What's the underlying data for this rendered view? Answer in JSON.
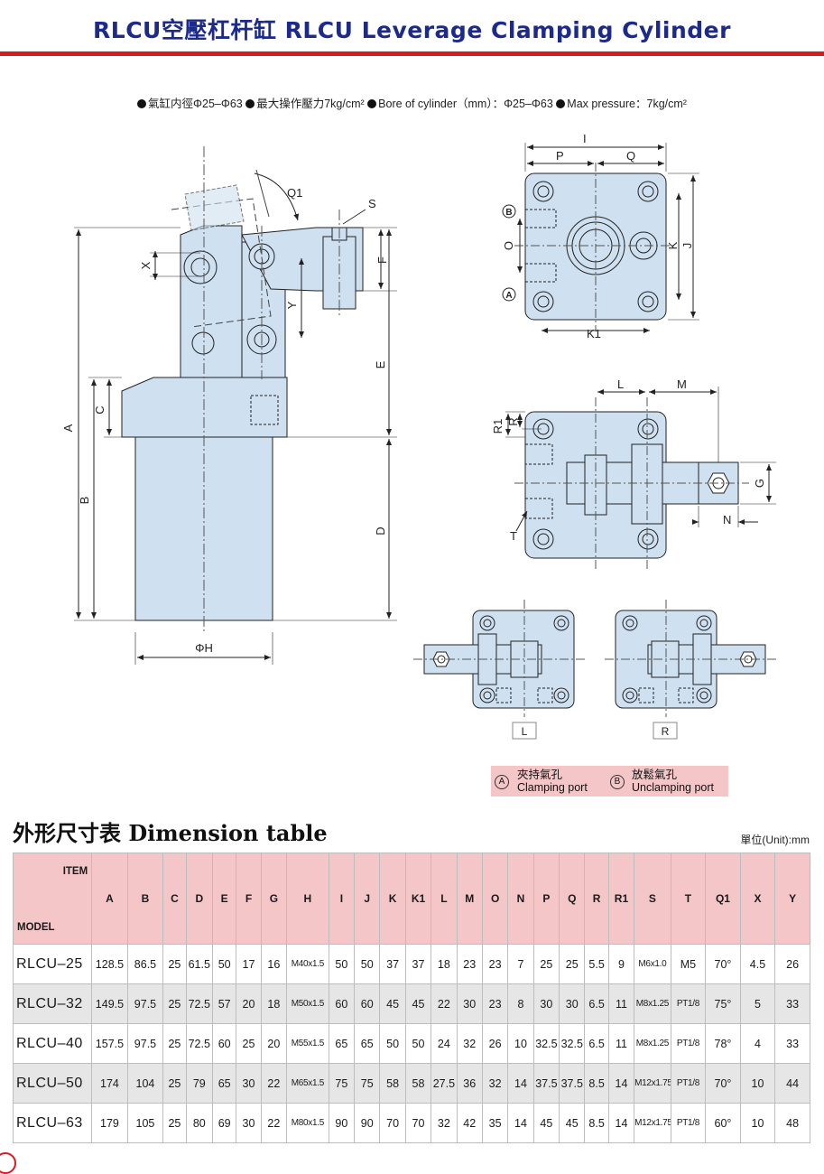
{
  "header": {
    "title": "RLCU空壓杠杆缸 RLCU Leverage Clamping Cylinder",
    "spec_items": [
      "氣缸内徑Φ25–Φ63",
      "最大操作壓力7kg/cm²",
      "Bore of cylinder（mm）：Φ25–Φ63",
      "Max pressure：7kg/cm²"
    ]
  },
  "drawing": {
    "side_labels": {
      "A": "A",
      "B": "B",
      "C": "C",
      "D": "D",
      "E": "E",
      "F": "F",
      "X": "X",
      "Y": "Y",
      "S": "S",
      "Q1": "Q1",
      "H": "ΦH"
    },
    "top_labels": {
      "I": "I",
      "P": "P",
      "Q": "Q",
      "K": "K",
      "J": "J",
      "K1": "K1",
      "O": "O",
      "port_b": "B",
      "port_a": "A"
    },
    "mid_labels": {
      "L": "L",
      "M": "M",
      "R": "R",
      "R1": "R1",
      "G": "G",
      "N": "N",
      "T": "T"
    },
    "orientation_labels": [
      "L",
      "R"
    ]
  },
  "legend": {
    "a_symbol": "A",
    "a_zh": "夾持氣孔",
    "a_en": "Clamping port",
    "b_symbol": "B",
    "b_zh": "放鬆氣孔",
    "b_en": "Unclamping port"
  },
  "dimension_table": {
    "title": "外形尺寸表 Dimension table",
    "unit": "單位(Unit):mm",
    "corner_item": "ITEM",
    "corner_model": "MODEL",
    "columns": [
      "A",
      "B",
      "C",
      "D",
      "E",
      "F",
      "G",
      "H",
      "I",
      "J",
      "K",
      "K1",
      "L",
      "M",
      "O",
      "N",
      "P",
      "Q",
      "R",
      "R1",
      "S",
      "T",
      "Q1",
      "X",
      "Y"
    ],
    "rows": [
      {
        "model": "RLCU–25",
        "values": [
          "128.5",
          "86.5",
          "25",
          "61.5",
          "50",
          "17",
          "16",
          "M40x1.5",
          "50",
          "50",
          "37",
          "37",
          "18",
          "23",
          "23",
          "7",
          "25",
          "25",
          "5.5",
          "9",
          "M6x1.0",
          "M5",
          "70°",
          "4.5",
          "26"
        ]
      },
      {
        "model": "RLCU–32",
        "values": [
          "149.5",
          "97.5",
          "25",
          "72.5",
          "57",
          "20",
          "18",
          "M50x1.5",
          "60",
          "60",
          "45",
          "45",
          "22",
          "30",
          "23",
          "8",
          "30",
          "30",
          "6.5",
          "11",
          "M8x1.25",
          "PT1/8",
          "75°",
          "5",
          "33"
        ]
      },
      {
        "model": "RLCU–40",
        "values": [
          "157.5",
          "97.5",
          "25",
          "72.5",
          "60",
          "25",
          "20",
          "M55x1.5",
          "65",
          "65",
          "50",
          "50",
          "24",
          "32",
          "26",
          "10",
          "32.5",
          "32.5",
          "6.5",
          "11",
          "M8x1.25",
          "PT1/8",
          "78°",
          "4",
          "33"
        ]
      },
      {
        "model": "RLCU–50",
        "values": [
          "174",
          "104",
          "25",
          "79",
          "65",
          "30",
          "22",
          "M65x1.5",
          "75",
          "75",
          "58",
          "58",
          "27.5",
          "36",
          "32",
          "14",
          "37.5",
          "37.5",
          "8.5",
          "14",
          "M12x1.75",
          "PT1/8",
          "70°",
          "10",
          "44"
        ]
      },
      {
        "model": "RLCU–63",
        "values": [
          "179",
          "105",
          "25",
          "80",
          "69",
          "30",
          "22",
          "M80x1.5",
          "90",
          "90",
          "70",
          "70",
          "32",
          "42",
          "35",
          "14",
          "45",
          "45",
          "8.5",
          "14",
          "M12x1.75",
          "PT1/8",
          "60°",
          "10",
          "48"
        ]
      }
    ]
  },
  "colors": {
    "title_blue": "#1c2a8c",
    "accent_red": "#d71920",
    "part_fill": "#cfe0f0",
    "header_pink": "#f4c6c8",
    "row_gray": "#e6e6e6"
  }
}
